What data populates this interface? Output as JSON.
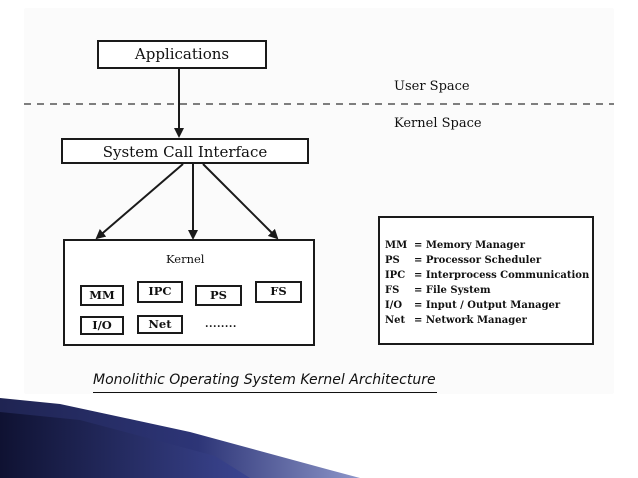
{
  "diagram": {
    "applications_label": "Applications",
    "user_space_label": "User Space",
    "kernel_space_label": "Kernel Space",
    "system_call_interface_label": "System Call Interface",
    "kernel_label": "Kernel",
    "modules": {
      "mm": "MM",
      "ipc": "IPC",
      "ps": "PS",
      "fs": "FS",
      "io": "I/O",
      "net": "Net",
      "more": "........"
    },
    "legend": [
      {
        "abbr": "MM",
        "text": "= Memory Manager"
      },
      {
        "abbr": "PS",
        "text": "= Processor Scheduler"
      },
      {
        "abbr": "IPC",
        "text": "= Interprocess Communication"
      },
      {
        "abbr": "FS",
        "text": "= File System"
      },
      {
        "abbr": "I/O",
        "text": "= Input / Output Manager"
      },
      {
        "abbr": "Net",
        "text": "= Network Manager"
      }
    ],
    "caption": "Monolithic Operating System Kernel Architecture"
  },
  "colors": {
    "line": "#1a1a1a",
    "accent_dark": "#1f2452",
    "accent_mid": "#3b4591"
  }
}
